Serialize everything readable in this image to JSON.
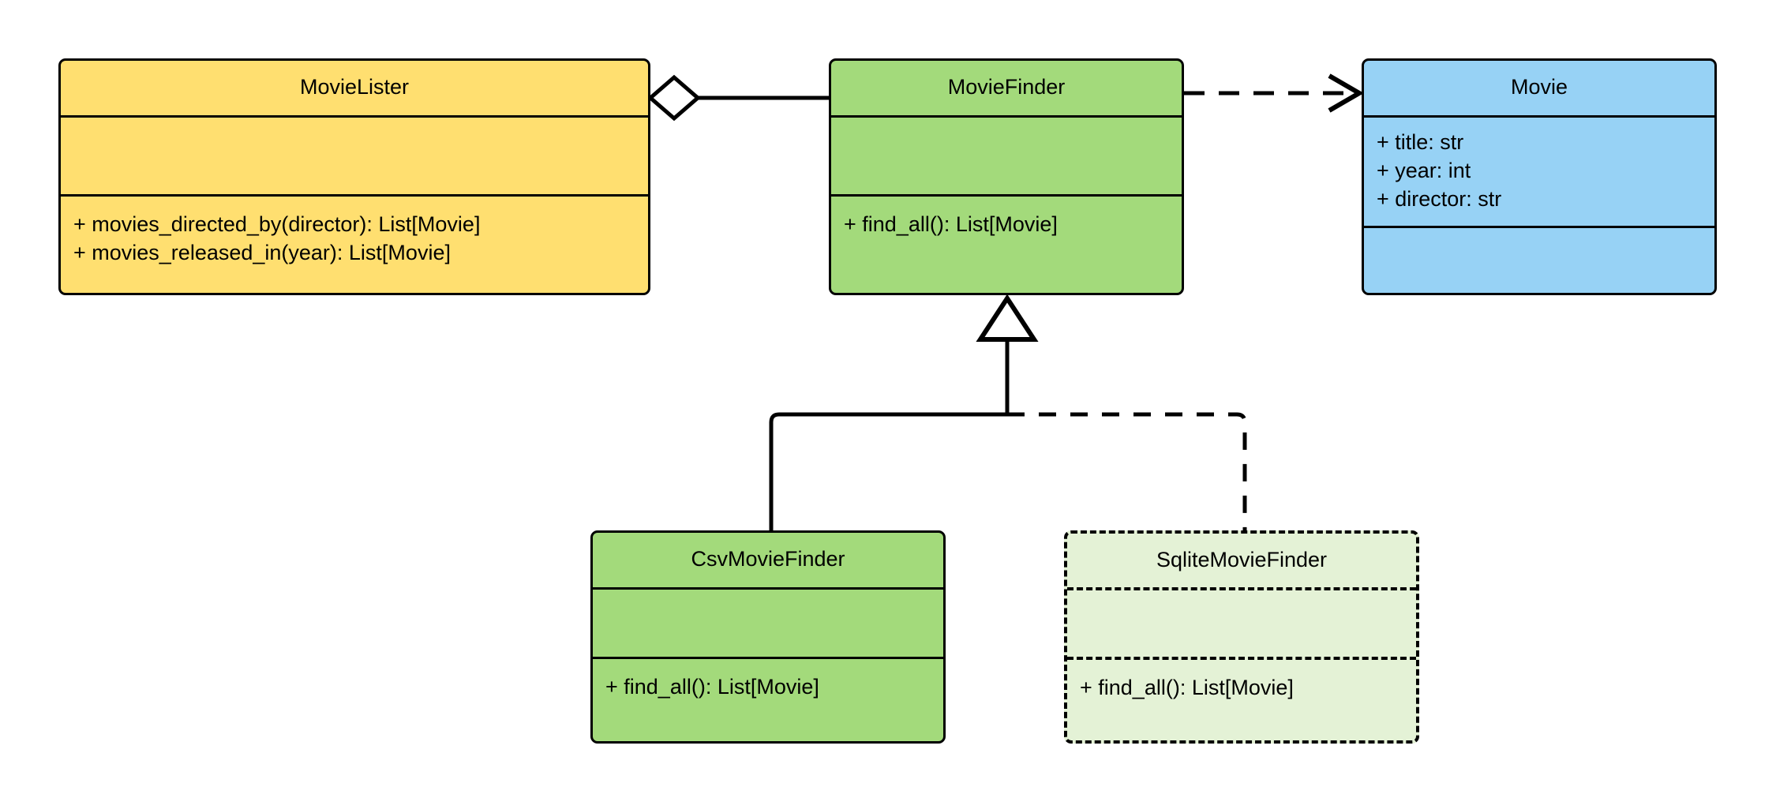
{
  "diagram": {
    "kind": "uml-class-diagram",
    "colors": {
      "lister_fill": "#FFDF70",
      "interface_fill": "#A3DA7B",
      "entity_fill": "#97D2F5",
      "planned_fill": "#E4F2D6",
      "stroke": "#000000",
      "background": "#FFFFFF"
    }
  },
  "classes": {
    "movie_lister": {
      "name": "MovieLister",
      "attributes": [],
      "operations": [
        "+ movies_directed_by(director): List[Movie]",
        "+ movies_released_in(year): List[Movie]"
      ]
    },
    "movie_finder": {
      "name": "MovieFinder",
      "attributes": [],
      "operations": [
        "+ find_all(): List[Movie]"
      ]
    },
    "movie": {
      "name": "Movie",
      "attributes": [
        "+ title: str",
        "+ year: int",
        "+ director: str"
      ],
      "operations": []
    },
    "csv_movie_finder": {
      "name": "CsvMovieFinder",
      "attributes": [],
      "operations": [
        "+ find_all(): List[Movie]"
      ]
    },
    "sqlite_movie_finder": {
      "name": "SqliteMovieFinder",
      "attributes": [],
      "operations": [
        "+ find_all(): List[Movie]"
      ]
    }
  },
  "relationships": [
    {
      "id": "lister-aggregates-finder",
      "type": "aggregation",
      "source": "MovieLister",
      "target": "MovieFinder",
      "line": "solid",
      "source_marker": "hollow-diamond",
      "target_marker": "none"
    },
    {
      "id": "finder-depends-movie",
      "type": "dependency",
      "source": "MovieFinder",
      "target": "Movie",
      "line": "dashed",
      "source_marker": "none",
      "target_marker": "open-arrow"
    },
    {
      "id": "csv-realizes-finder",
      "type": "generalization",
      "source": "CsvMovieFinder",
      "target": "MovieFinder",
      "line": "solid",
      "source_marker": "none",
      "target_marker": "hollow-triangle"
    },
    {
      "id": "sqlite-realizes-finder",
      "type": "realization",
      "source": "SqliteMovieFinder",
      "target": "MovieFinder",
      "line": "dashed",
      "source_marker": "none",
      "target_marker": "hollow-triangle"
    }
  ]
}
